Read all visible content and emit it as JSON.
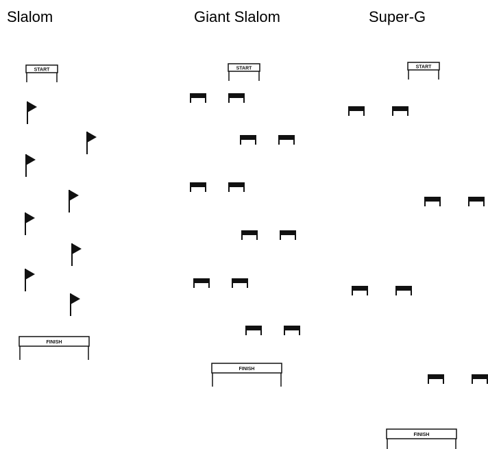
{
  "columns": [
    {
      "title": "Slalom",
      "start_label": "START",
      "finish_label": "FINISH",
      "gate_count": 8,
      "gate_style": "flag"
    },
    {
      "title": "Giant Slalom",
      "start_label": "START",
      "finish_label": "FINISH",
      "gate_count": 6,
      "gate_style": "panel-pair"
    },
    {
      "title": "Super-G",
      "start_label": "START",
      "finish_label": "FINISH",
      "gate_count": 4,
      "gate_style": "panel-pair"
    }
  ],
  "colors": {
    "ink": "#111111",
    "background": "#ffffff"
  }
}
